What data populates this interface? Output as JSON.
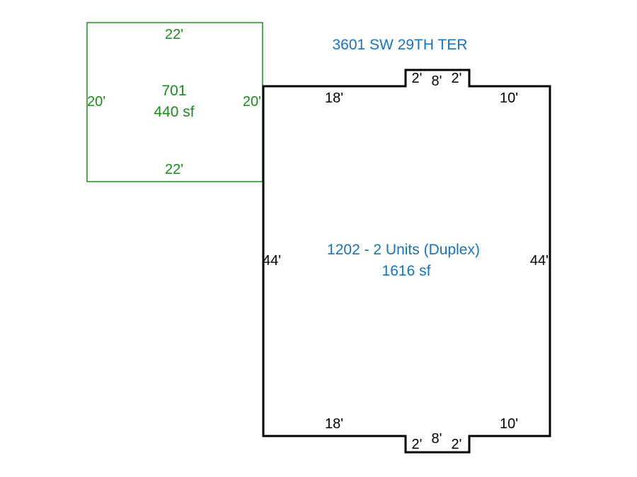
{
  "address": "3601 SW 29TH TER",
  "colors": {
    "garage": "#1e8a1e",
    "main": "#1a73b8",
    "outline": "#000000"
  },
  "garage": {
    "code": "701",
    "area": "440 sf",
    "dims": {
      "top": "22'",
      "bottom": "22'",
      "left": "20'",
      "right": "20'"
    }
  },
  "main": {
    "label": "1202 - 2 Units (Duplex)",
    "area": "1616 sf",
    "dims": {
      "top_left": "18'",
      "top_notch_left": "2'",
      "top_notch_mid": "8'",
      "top_notch_right": "2'",
      "top_right": "10'",
      "left": "44'",
      "right": "44'",
      "bottom_left": "18'",
      "bottom_notch_left": "2'",
      "bottom_notch_mid": "8'",
      "bottom_notch_right": "2'",
      "bottom_right": "10'"
    }
  }
}
